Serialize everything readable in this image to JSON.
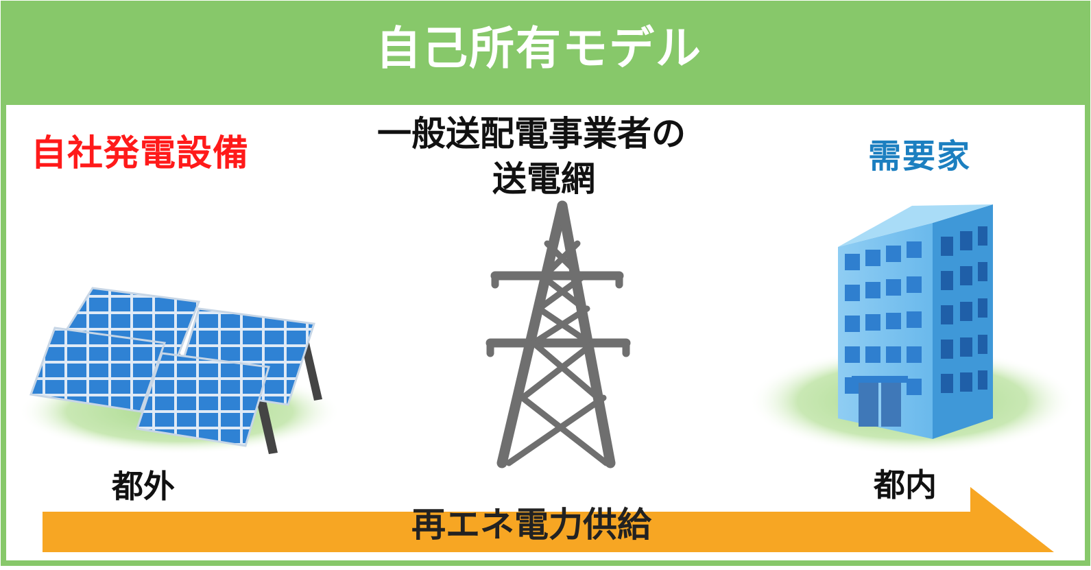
{
  "header": {
    "title": "自己所有モデル"
  },
  "generator": {
    "label": "自社発電設備",
    "location": "都外"
  },
  "grid": {
    "label_line1": "一般送配電事業者の",
    "label_line2": "送電網"
  },
  "consumer": {
    "label": "需要家",
    "location": "都内"
  },
  "flow": {
    "label": "再エネ電力供給"
  },
  "colors": {
    "header_bg": "#87c86a",
    "border": "#87c86a",
    "generator_label": "#ff1a1a",
    "consumer_label": "#1c7fc0",
    "arrow": "#f7a623",
    "panel": "#2f82d4",
    "tower": "#6f6f6f",
    "building": "#5aaee6",
    "ground": "#b7dd9c"
  },
  "icons": [
    "solar-panel-icon",
    "transmission-tower-icon",
    "office-building-icon",
    "arrow-right-icon"
  ]
}
